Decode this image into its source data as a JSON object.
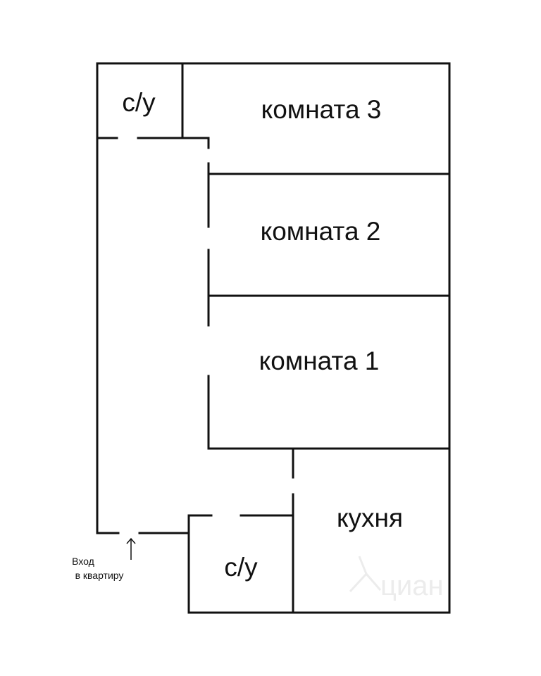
{
  "plan": {
    "rooms": [
      {
        "id": "bath-top",
        "label": "с/у"
      },
      {
        "id": "room-3",
        "label": "комната 3"
      },
      {
        "id": "room-2",
        "label": "комната 2"
      },
      {
        "id": "room-1",
        "label": "комната 1"
      },
      {
        "id": "kitchen",
        "label": "кухня"
      },
      {
        "id": "bath-bottom",
        "label": "с/у"
      }
    ],
    "entrance": {
      "line1": "Вход",
      "line2": "в квартиру"
    },
    "watermark": "циан"
  }
}
